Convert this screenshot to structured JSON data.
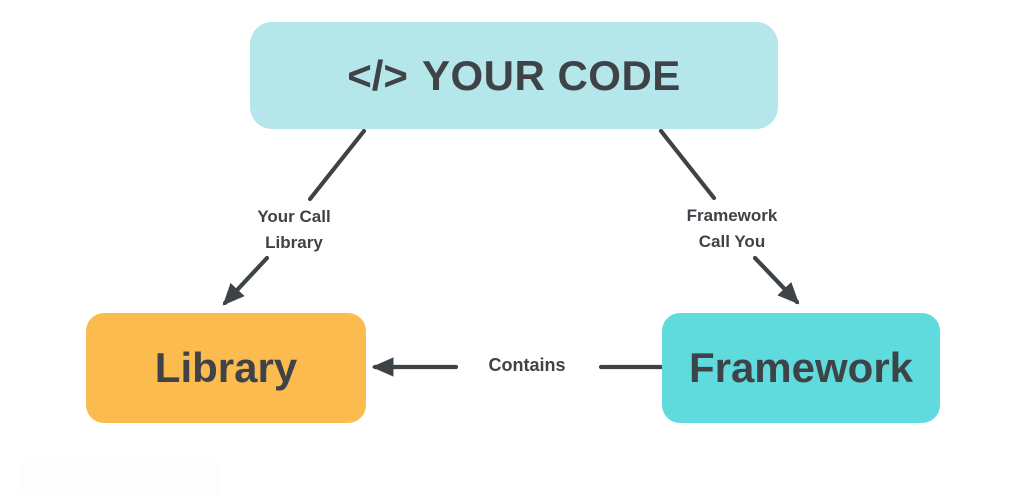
{
  "diagram": {
    "title_alt": "Library vs Framework inversion of control diagram",
    "background_color": "#ffffff",
    "text_color": "#3e4347",
    "arrow_color": "#3e4347"
  },
  "nodes": [
    {
      "id": "your-code",
      "code_icon": "</>",
      "label": "YOUR CODE",
      "color": "#b5e6e9"
    },
    {
      "id": "library",
      "label": "Library",
      "color": "#fcbb4f"
    },
    {
      "id": "framework",
      "label": "Framework",
      "color": "#5fdbdd"
    }
  ],
  "edges": [
    {
      "id": "your-code-to-library",
      "from": "your-code",
      "to": "library",
      "label_line1": "Your Call",
      "label_line2": "Library",
      "direction": "down-left"
    },
    {
      "id": "your-code-to-framework",
      "from": "your-code",
      "to": "framework",
      "label_line1": "Framework",
      "label_line2": "Call You",
      "direction": "down-right"
    },
    {
      "id": "framework-contains-library",
      "from": "framework",
      "to": "library",
      "label_line1": "Contains",
      "direction": "left"
    }
  ]
}
